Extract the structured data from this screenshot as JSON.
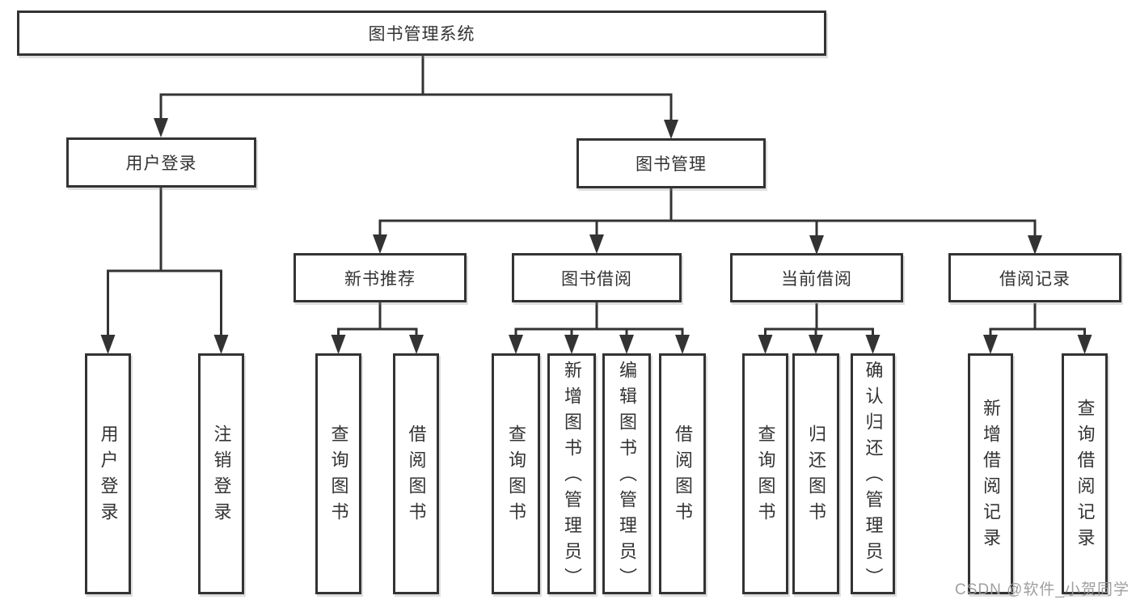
{
  "diagram": {
    "root": {
      "label": "图书管理系统"
    },
    "branches": [
      {
        "label": "用户登录",
        "leaves": [
          {
            "label": "用户登录"
          },
          {
            "label": "注销登录"
          }
        ]
      },
      {
        "label": "图书管理",
        "sections": [
          {
            "label": "新书推荐",
            "leaves": [
              {
                "label": "查询图书"
              },
              {
                "label": "借阅图书"
              }
            ]
          },
          {
            "label": "图书借阅",
            "leaves": [
              {
                "label": "查询图书"
              },
              {
                "label": "新增图书（管理员）"
              },
              {
                "label": "编辑图书（管理员）"
              },
              {
                "label": "借阅图书"
              }
            ]
          },
          {
            "label": "当前借阅",
            "leaves": [
              {
                "label": "查询图书"
              },
              {
                "label": "归还图书"
              },
              {
                "label": "确认归还（管理员）"
              }
            ]
          },
          {
            "label": "借阅记录",
            "leaves": [
              {
                "label": "新增借阅记录"
              },
              {
                "label": "查询借阅记录"
              }
            ]
          }
        ]
      }
    ]
  },
  "watermark": {
    "text": "CSDN @软件_小贺同学"
  },
  "colors": {
    "line": "#333333",
    "box_border": "#333333",
    "box_fill": "#ffffff",
    "text": "#333333",
    "watermark": "#9a9a9a",
    "background": "#ffffff"
  }
}
